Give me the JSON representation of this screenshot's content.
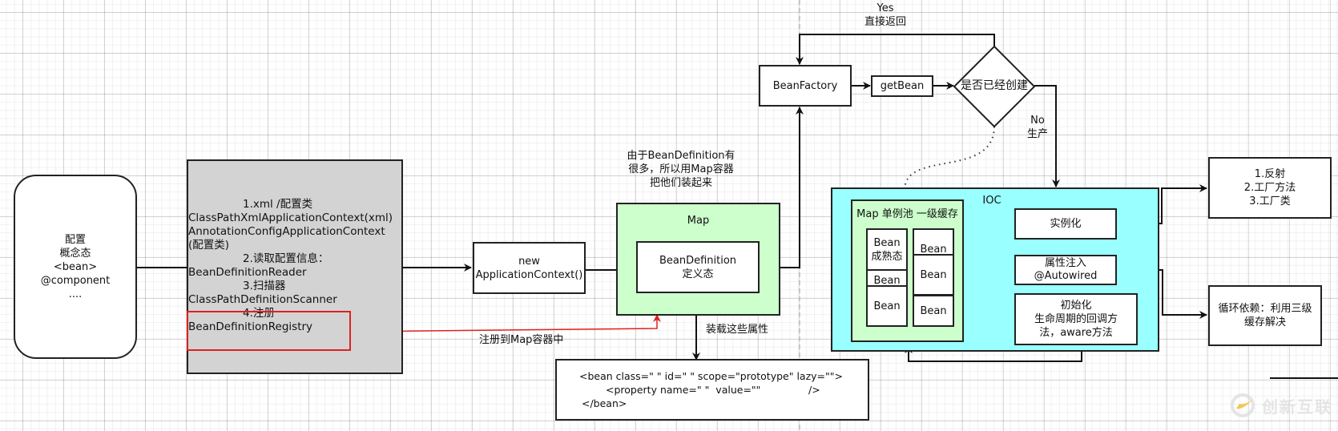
{
  "concept_box": {
    "lines": [
      "配置",
      "概念态",
      "<bean>",
      "@component",
      "...."
    ]
  },
  "config_box": {
    "step1_title": "1.xml /配置类",
    "step1_line1": "ClassPathXmlApplicationContext(xml)",
    "step1_line2": "AnnotationConfigApplicationContext(配置类)",
    "step2_title": "2.读取配置信息：",
    "step2_value": "BeanDefinitionReader",
    "step3_title": "3.扫描器",
    "step3_value": "ClassPathDefinitionScanner",
    "step4_title": "4.注册",
    "step4_value": "BeanDefinitionRegistry"
  },
  "app_context_box": {
    "line1": "new",
    "line2": "ApplicationContext()"
  },
  "map_note": {
    "line1": "由于BeanDefinition有",
    "line2": "很多，所以用Map容器",
    "line3": "把他们装起来"
  },
  "map_box": {
    "title": "Map",
    "inner_line1": "BeanDefinition",
    "inner_line2": "定义态"
  },
  "register_label": "注册到Map容器中",
  "load_label": "装载这些属性",
  "bean_xml": {
    "line1": "<bean class=\" \" id=\" \" scope=\"prototype\" lazy=\"\">",
    "line2": "<property name=\" \"  value=\"\"               />",
    "line3": "</bean>"
  },
  "bean_factory": "BeanFactory",
  "get_bean": "getBean",
  "decision": "是否已经创建",
  "yes_label": {
    "line1": "Yes",
    "line2": "直接返回"
  },
  "no_label": {
    "line1": "No",
    "line2": "生产"
  },
  "ioc": {
    "title": "IOC",
    "singleton_pool": {
      "title": "Map 单例池 一级缓存",
      "col1": [
        "Bean",
        "成熟态",
        "Bean",
        "Bean"
      ],
      "col2": [
        "Bean",
        "Bean",
        "Bean"
      ]
    },
    "instantiate": "实例化",
    "inject": {
      "line1": "属性注入",
      "line2": "@Autowired"
    },
    "init": {
      "line1": "初始化",
      "line2": "生命周期的回调方",
      "line3": "法，aware方法"
    }
  },
  "create_methods": {
    "line1": "1.反射",
    "line2": "2.工厂方法",
    "line3": "3.工厂类"
  },
  "circular": {
    "line1": "循环依赖：利用三级",
    "line2": "缓存解决"
  },
  "watermark": "创新互联",
  "colors": {
    "gray_fill": "#d3d3d3",
    "green_fill": "#ccffcc",
    "cyan_fill": "#99ffff",
    "red": "#e02020",
    "stroke": "#222222"
  }
}
